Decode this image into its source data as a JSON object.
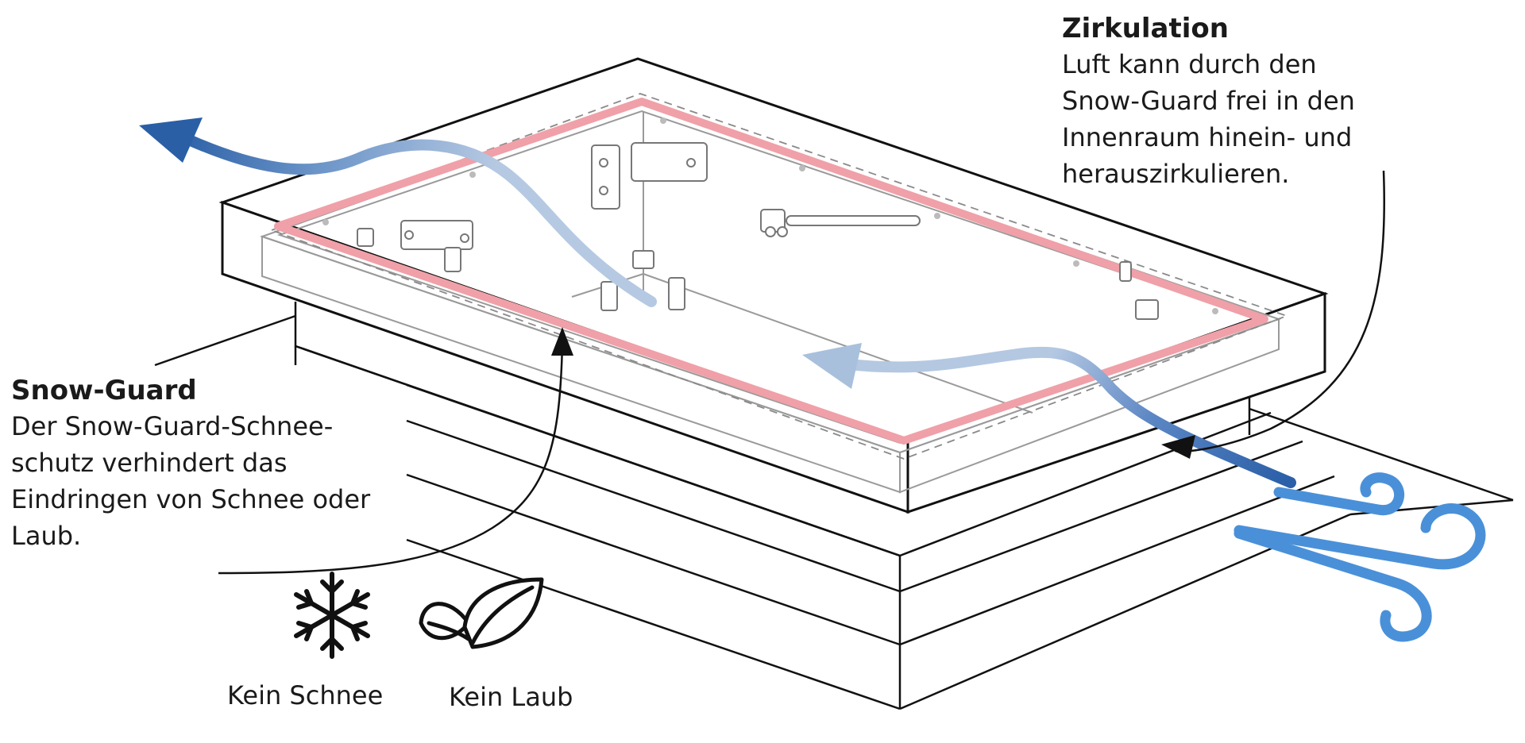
{
  "zirkulation": {
    "title": "Zirkulation",
    "lines": [
      "Luft kann durch den",
      "Snow-Guard frei in den",
      "Innenraum hinein- und",
      "herauszirkulieren."
    ]
  },
  "snowguard": {
    "title": "Snow-Guard",
    "lines": [
      "Der Snow-Guard-Schnee-",
      "schutz verhindert das",
      "Eindringen von Schnee oder",
      "Laub."
    ]
  },
  "icons": {
    "snow": {
      "icon": "snowflake-icon",
      "caption": "Kein Schnee"
    },
    "leaf": {
      "icon": "leaf-icon",
      "caption": "Kein Laub"
    }
  },
  "colors": {
    "outline": "#111111",
    "inner_lines": "#9a9a9a",
    "seal": "#f0a0a8",
    "airflow_light": "#a8c0dc",
    "airflow_dark": "#2a60a8",
    "wind": "#4a90d9"
  }
}
